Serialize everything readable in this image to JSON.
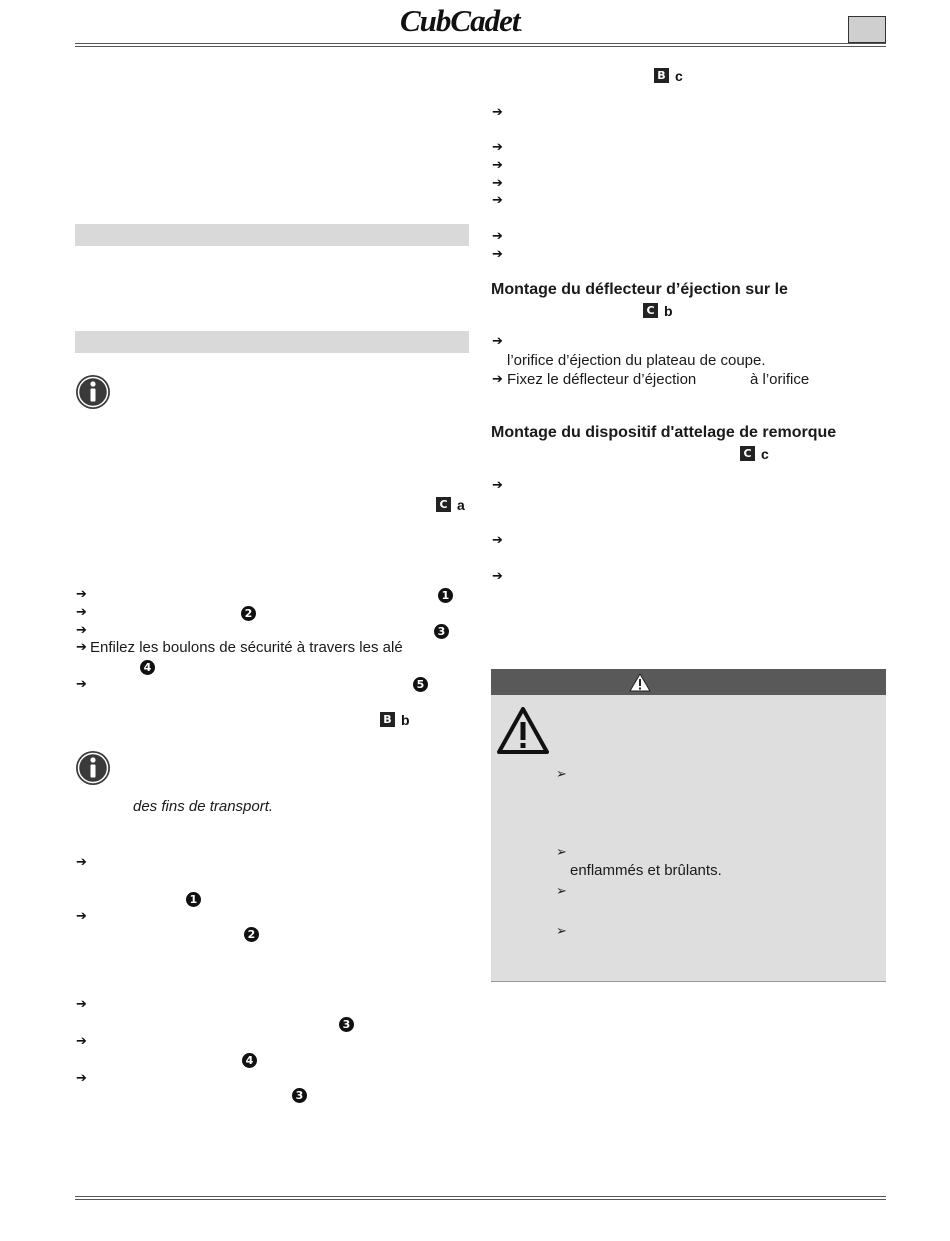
{
  "header": {
    "logo_text": "CubCadet",
    "logo_mark": "."
  },
  "left": {
    "ref_c": {
      "box": "C",
      "letter": "a"
    },
    "ref_b": {
      "box": "B",
      "letter": "b"
    },
    "step_numbers": [
      "1",
      "2",
      "3",
      "4",
      "5"
    ],
    "enfilez_line": "Enfilez les boulons de sécurité à travers les alé",
    "italic_line": "des fins de transport.",
    "lower_numbers": [
      "1",
      "2",
      "3",
      "4",
      "3"
    ]
  },
  "right": {
    "ref_top": {
      "box": "B",
      "letter": "c"
    },
    "deflector": {
      "heading": "Montage du déflecteur d’éjection sur le",
      "ref": {
        "box": "C",
        "letter": "b"
      },
      "line1": "l’orifice d’éjection du plateau de coupe.",
      "line2_a": "Fixez le déflecteur d’éjection",
      "line2_b": "à l’orifice"
    },
    "hitch": {
      "heading": "Montage du dispositif d'attelage de remorque",
      "ref": {
        "box": "C",
        "letter": "c"
      }
    },
    "warning": {
      "line": "enflammés et brûlants."
    }
  },
  "icons": {
    "info": "info-icon",
    "warning": "warning-triangle-icon",
    "arrow": "arrow-right-icon",
    "chevron": "chevron-bullet-icon"
  },
  "colors": {
    "band": "#d9d9d9",
    "warning_header": "#595959",
    "warning_body": "#dedede"
  }
}
